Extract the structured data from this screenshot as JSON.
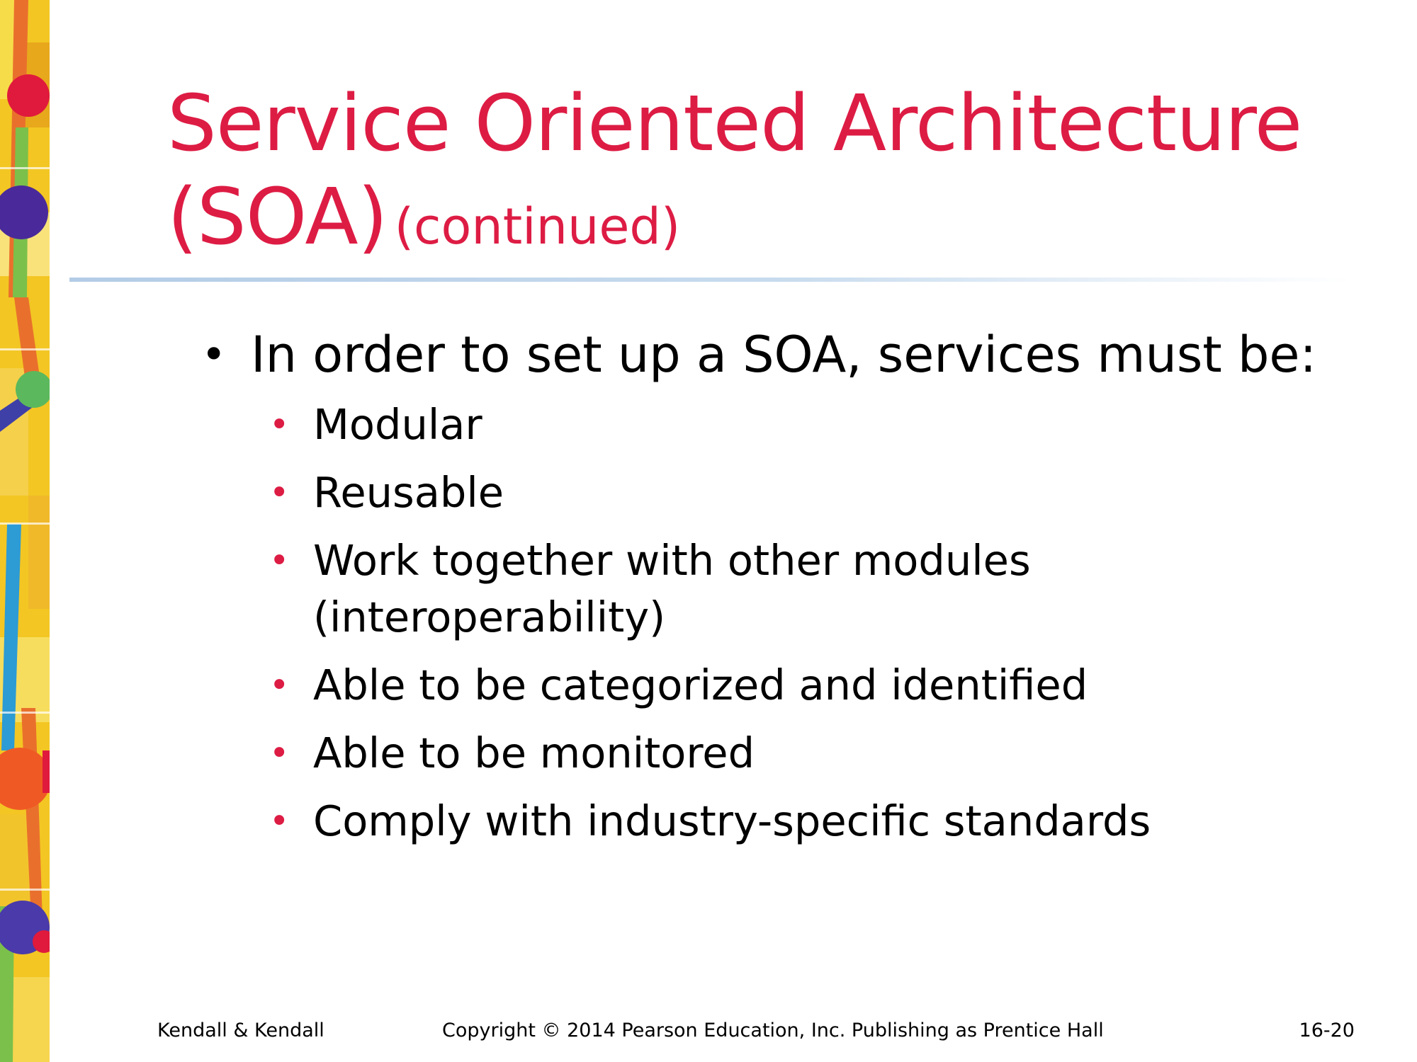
{
  "slide": {
    "title_main": "Service Oriented Architecture",
    "title_line2": "(SOA)",
    "title_suffix": "(continued)",
    "bullet": "In order to set up a SOA, services must be:",
    "sub_bullets": [
      "Modular",
      "Reusable",
      "Work together with other modules (interoperability)",
      "Able to be categorized and identified",
      "Able to be monitored",
      "Comply with industry-specific standards"
    ]
  },
  "footer": {
    "left": "Kendall & Kendall",
    "center": "Copyright © 2014 Pearson Education, Inc. Publishing as Prentice Hall",
    "right": "16-20"
  },
  "colors": {
    "title": "#dd1c44",
    "sub_bullet": "#dd1c44",
    "rule": "#b3cce6"
  }
}
